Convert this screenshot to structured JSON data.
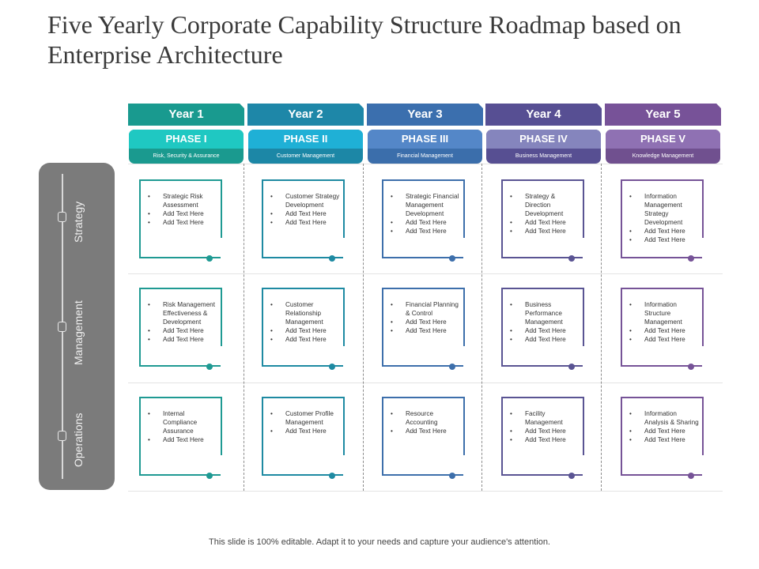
{
  "title": "Five Yearly Corporate Capability Structure Roadmap based on Enterprise Architecture",
  "footer": "This slide is 100% editable. Adapt it to your needs and capture your audience's attention.",
  "rows": [
    "Strategy",
    "Management",
    "Operations"
  ],
  "colors": {
    "year": [
      "#199a8f",
      "#1e87a8",
      "#3b6fae",
      "#574f93",
      "#775298"
    ],
    "phase": [
      "#1fc8c2",
      "#1fb0d6",
      "#5487c8",
      "#8585bd",
      "#8f71b3"
    ],
    "phase_sub": [
      "#1a9a8f",
      "#1c87a6",
      "#3b6eab",
      "#574f92",
      "#70508f"
    ],
    "card": [
      "#1f9a93",
      "#1e8aa2",
      "#3d6fab",
      "#5a5493",
      "#765397"
    ]
  },
  "columns": [
    {
      "year": "Year 1",
      "phase": "PHASE I",
      "phase_sub": "Risk, Security & Assurance",
      "cards": [
        [
          "Strategic Risk Assessment",
          "Add Text Here",
          "Add Text Here"
        ],
        [
          "Risk Management Effectiveness & Development",
          "Add Text Here",
          "Add Text Here"
        ],
        [
          "Internal Compliance Assurance",
          "Add Text Here"
        ]
      ]
    },
    {
      "year": "Year 2",
      "phase": "PHASE II",
      "phase_sub": "Customer Management",
      "cards": [
        [
          "Customer Strategy Development",
          "Add Text Here",
          "Add Text Here"
        ],
        [
          "Customer Relationship Management",
          "Add Text Here",
          "Add Text Here"
        ],
        [
          "Customer Profile Management",
          "Add Text Here"
        ]
      ]
    },
    {
      "year": "Year 3",
      "phase": "PHASE III",
      "phase_sub": "Financial Management",
      "cards": [
        [
          "Strategic Financial Management Development",
          "Add Text Here",
          "Add Text Here"
        ],
        [
          "Financial Planning & Control",
          "Add Text Here",
          "Add Text Here"
        ],
        [
          "Resource Accounting",
          "Add Text Here"
        ]
      ]
    },
    {
      "year": "Year 4",
      "phase": "PHASE IV",
      "phase_sub": "Business Management",
      "cards": [
        [
          "Strategy & Direction Development",
          "Add Text Here",
          "Add Text Here"
        ],
        [
          "Business Performance Management",
          "Add Text Here",
          "Add Text Here"
        ],
        [
          "Facility Management",
          "Add Text Here",
          "Add Text Here"
        ]
      ]
    },
    {
      "year": "Year 5",
      "phase": "PHASE V",
      "phase_sub": "Knowledge Management",
      "cards": [
        [
          "Information Management Strategy Development",
          "Add Text Here",
          "Add Text Here"
        ],
        [
          "Information Structure Management",
          "Add Text Here",
          "Add Text Here"
        ],
        [
          "Information Analysis & Sharing",
          "Add Text Here",
          "Add Text Here"
        ]
      ]
    }
  ]
}
